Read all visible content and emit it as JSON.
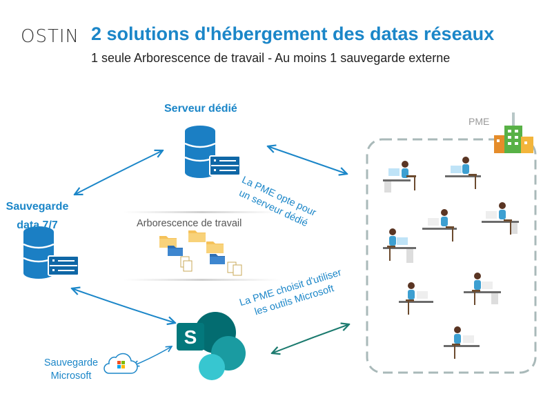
{
  "brand": {
    "logo_text": "OSTIN"
  },
  "header": {
    "title": "2 solutions d'hébergement des datas réseaux",
    "subtitle": "1 seule Arborescence de travail - Au moins 1 sauvegarde externe"
  },
  "nodes": {
    "server": "Serveur dédié",
    "backup_line1": "Sauvegarde",
    "backup_line2": "data 7/7",
    "ms_backup_line1": "Sauvegarde",
    "ms_backup_line2": "Microsoft",
    "company": "PME",
    "tree": "Arborescence de travail"
  },
  "notes": {
    "server_line1": "La PME opte pour",
    "server_line2": "un serveur dédié",
    "ms_line1": "La PME choisit d'utiliser",
    "ms_line2": "les outils Microsoft"
  },
  "colors": {
    "accent": "#1b86c8",
    "db_blue": "#1b7fc4",
    "sharepoint_teal": "#038387",
    "dash_gray": "#a9b9b9"
  }
}
